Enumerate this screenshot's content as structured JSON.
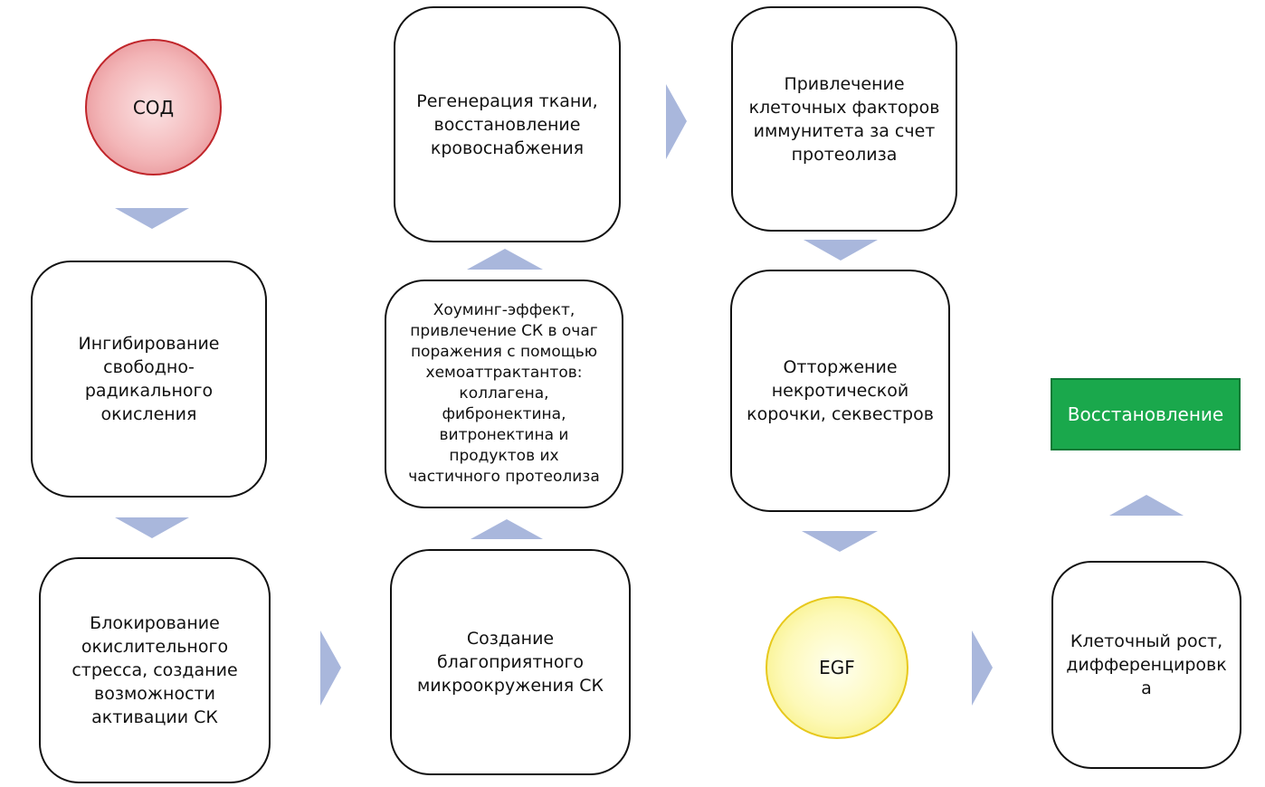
{
  "nodes": {
    "sod": "СОД",
    "inhibition": "Ингибирование\nсвободно-\nрадикального\nокисления",
    "blocking": "Блокирование\nокислительного\nстресса, создание\nвозможности\nактивации СК",
    "microenv": "Создание\nблагоприятного\nмикроокружения СК",
    "homing": "Хоуминг-эффект,\nпривлечение СК в очаг\nпоражения с помощью\nхемоаттрактантов:\nколлагена,\nфибронектина,\nвитронектина и\nпродуктов их\nчастичного протеолиза",
    "regeneration": "Регенерация ткани,\nвосстановление\nкровоснабжения",
    "attraction": "Привлечение\nклеточных факторов\nиммунитета за счет\nпротеолиза",
    "rejection": "Отторжение\nнекротической\nкорочки, секвестров",
    "egf": "EGF",
    "growth": "Клеточный рост,\nдифференцировк\nа",
    "recovery": "Восстановление"
  },
  "colors": {
    "arrow": "#a9b7dc",
    "sod_border": "#c0252a",
    "egf_border": "#e7c81c",
    "recovery_fill": "#1aa84c"
  }
}
